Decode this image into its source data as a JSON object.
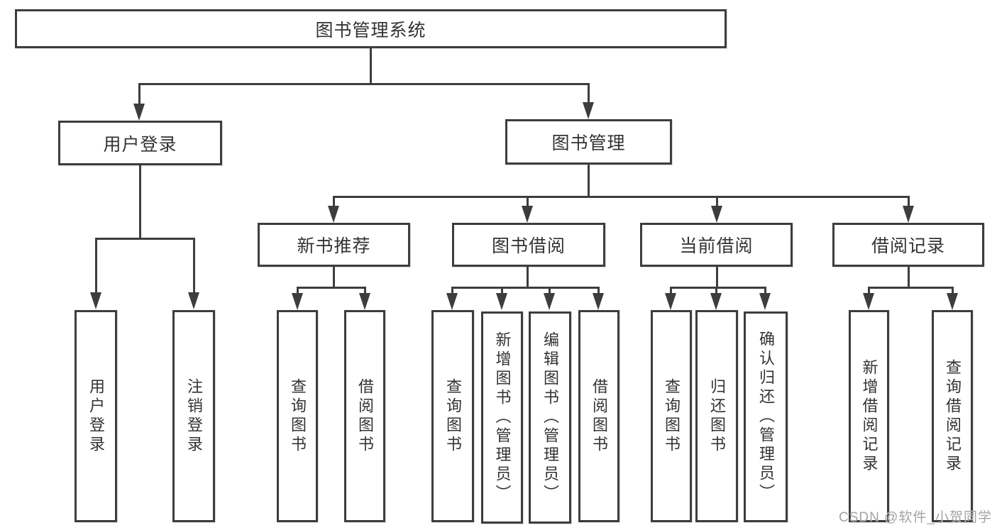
{
  "diagram": {
    "watermark": "CSDN @软件_小贺同学",
    "colors": {
      "line": "#3d3d3d",
      "box_border": "#3d3d3d",
      "box_background": "#ffffff",
      "text": "#333333",
      "watermark_text": "#a3a3a3"
    },
    "nodes": {
      "root": {
        "label": "图书管理系统"
      },
      "level1": [
        {
          "label": "用户登录"
        },
        {
          "label": "图书管理"
        }
      ],
      "level2": [
        {
          "label": "新书推荐"
        },
        {
          "label": "图书借阅"
        },
        {
          "label": "当前借阅"
        },
        {
          "label": "借阅记录"
        }
      ],
      "leaves": {
        "user_login": [
          "用户登录",
          "注销登录"
        ],
        "new_books": [
          "查询图书",
          "借阅图书"
        ],
        "book_borrow": [
          "查询图书",
          "新增图书（管理员）",
          "编辑图书（管理员）",
          "借阅图书"
        ],
        "current_borrow": [
          "查询图书",
          "归还图书",
          "确认归还（管理员）"
        ],
        "borrow_records": [
          "新增借阅记录",
          "查询借阅记录"
        ]
      }
    }
  }
}
